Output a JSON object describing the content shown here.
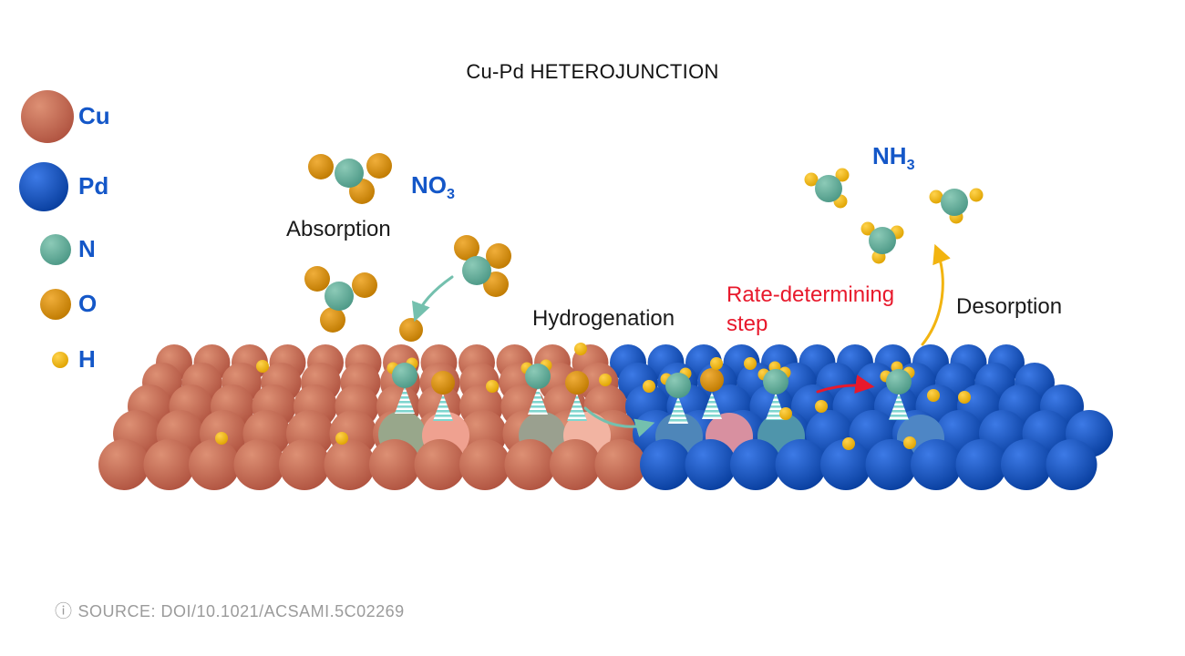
{
  "title": "Cu-Pd HETEROJUNCTION",
  "legend": {
    "items": [
      {
        "label": "Cu",
        "color_key": "cu"
      },
      {
        "label": "Pd",
        "color_key": "pd"
      },
      {
        "label": "N",
        "color_key": "n"
      },
      {
        "label": "O",
        "color_key": "o"
      },
      {
        "label": "H",
        "color_key": "h"
      }
    ]
  },
  "labels": {
    "absorption": "Absorption",
    "no3_base": "NO",
    "no3_sub": "3",
    "hydrogenation": "Hydrogenation",
    "rate_determining_step": "Rate-determining step",
    "desorption": "Desorption",
    "nh3_base": "NH",
    "nh3_sub": "3"
  },
  "source": {
    "icon": "ⓘ",
    "text": "SOURCE: DOI/10.1021/ACSAMI.5C02269"
  },
  "colors": {
    "cu": "#c96b53",
    "cu_light": "#dd9074",
    "cu_dark": "#b05340",
    "pd": "#0b51c5",
    "pd_light": "#3d7ae6",
    "pd_dark": "#083e9e",
    "n": "#5fae9c",
    "n_light": "#8ccab7",
    "n_dark": "#4c9886",
    "o": "#d98c08",
    "o_light": "#f0ae3a",
    "o_dark": "#bf7a00",
    "h": "#f5b301",
    "h_light": "#ffd34d",
    "h_dark": "#dfa300",
    "label_blue": "#1457c8",
    "label_dark": "#1a1a1a",
    "rate_red": "#e8192c",
    "arrow_teal": "#74c0ae",
    "arrow_gold": "#f2b410",
    "hatch_teal": "#7fd6cf",
    "source_gray": "#9b9b9b",
    "background": "#ffffff"
  }
}
